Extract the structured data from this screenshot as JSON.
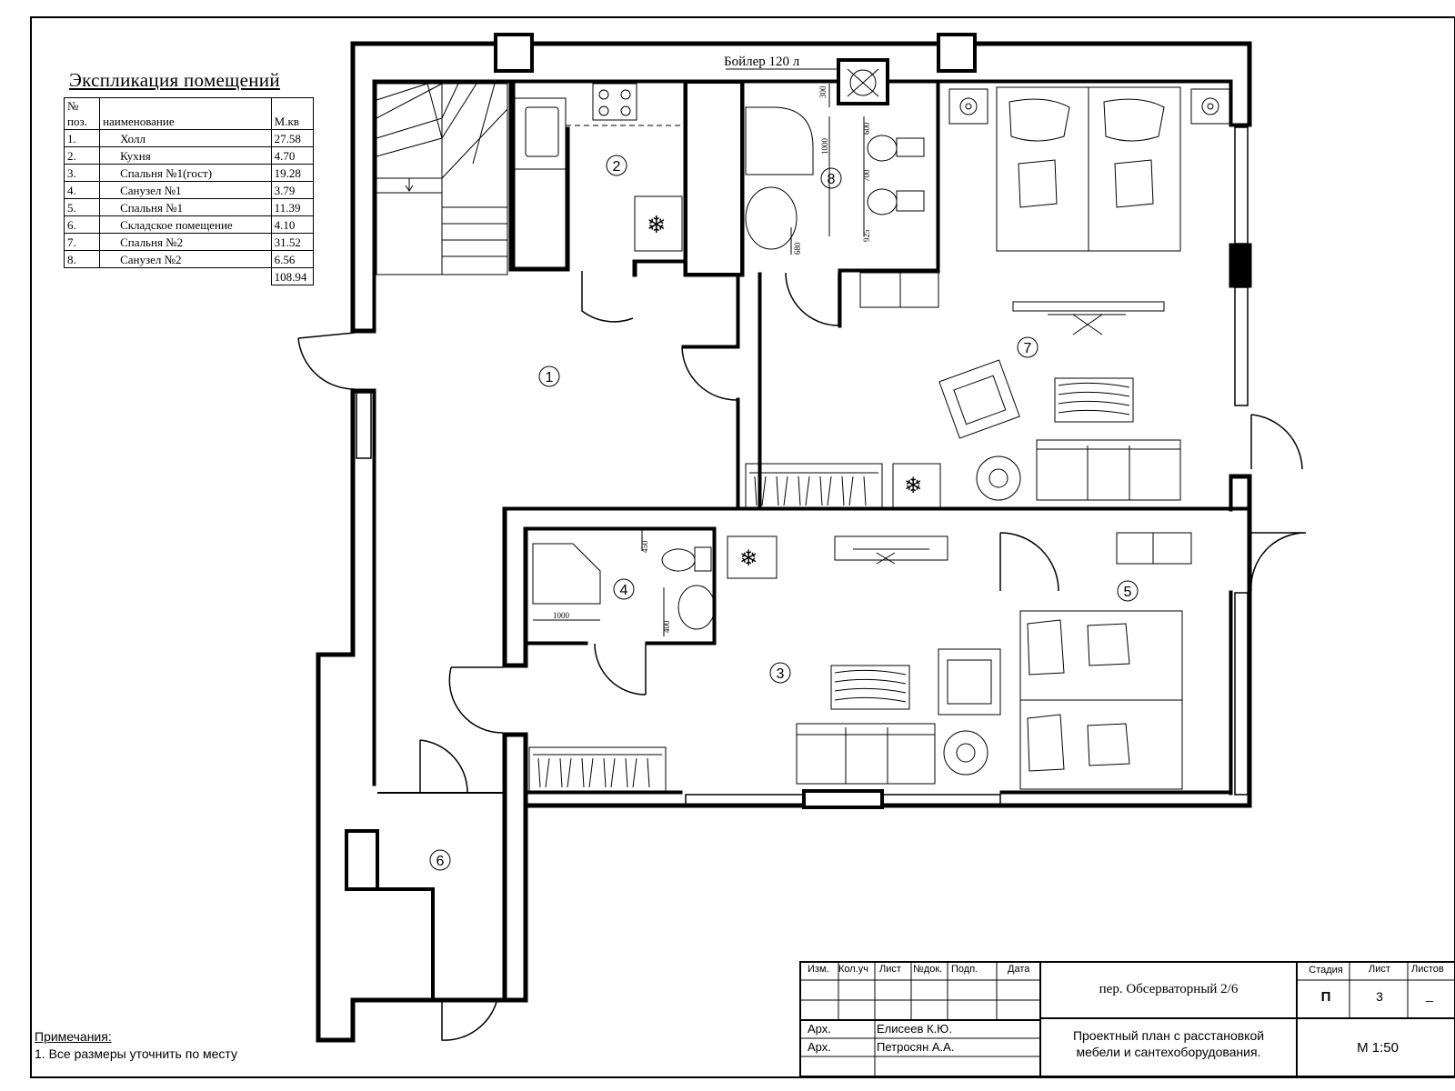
{
  "explication": {
    "title": "Экспликация помещений",
    "headers": {
      "num_line1": "№",
      "num_line2": "поз.",
      "name": "наименование",
      "area": "М.кв"
    },
    "rows": [
      {
        "num": "1.",
        "name": "Холл",
        "area": "27.58"
      },
      {
        "num": "2.",
        "name": "Кухня",
        "area": "4.70"
      },
      {
        "num": "3.",
        "name": "Спальня №1(гост)",
        "area": "19.28"
      },
      {
        "num": "4.",
        "name": "Санузел №1",
        "area": "3.79"
      },
      {
        "num": "5.",
        "name": "Спальня №1",
        "area": "11.39"
      },
      {
        "num": "6.",
        "name": "Складское помещение",
        "area": "4.10"
      },
      {
        "num": "7.",
        "name": "Спальня №2",
        "area": "31.52"
      },
      {
        "num": "8.",
        "name": "Санузел №2",
        "area": "6.56"
      }
    ],
    "total": "108.94"
  },
  "plan": {
    "boiler_label": "Бойлер 120 л",
    "room_numbers": [
      "1",
      "2",
      "3",
      "4",
      "5",
      "6",
      "7",
      "8"
    ],
    "dimensions": {
      "bath2_300": "300",
      "bath2_600": "600",
      "bath2_1000": "1000",
      "bath2_700": "700",
      "bath2_925": "925",
      "bath2_680": "680",
      "bath1_450": "450",
      "bath1_400": "400",
      "bath1_1000": "1000"
    }
  },
  "notes": {
    "title": "Примечания:",
    "items": [
      "1. Все размеры уточнить по месту"
    ]
  },
  "stamp": {
    "col_headers": [
      "Изм.",
      "Кол.уч",
      "Лист",
      "№док.",
      "Подп.",
      "Дата"
    ],
    "address": "пер. Обсерваторный 2/6",
    "roles": [
      {
        "role": "Арх.",
        "name": "Елисеев К.Ю."
      },
      {
        "role": "Арх.",
        "name": "Петросян А.А."
      }
    ],
    "description_line1": "Проектный план с расстановкой",
    "description_line2": "мебели и сантехоборудования.",
    "stage_label": "Стадия",
    "sheet_label": "Лист",
    "sheets_label": "Листов",
    "stage_value": "П",
    "sheet_value": "3",
    "sheets_value": "_",
    "scale": "М 1:50"
  }
}
